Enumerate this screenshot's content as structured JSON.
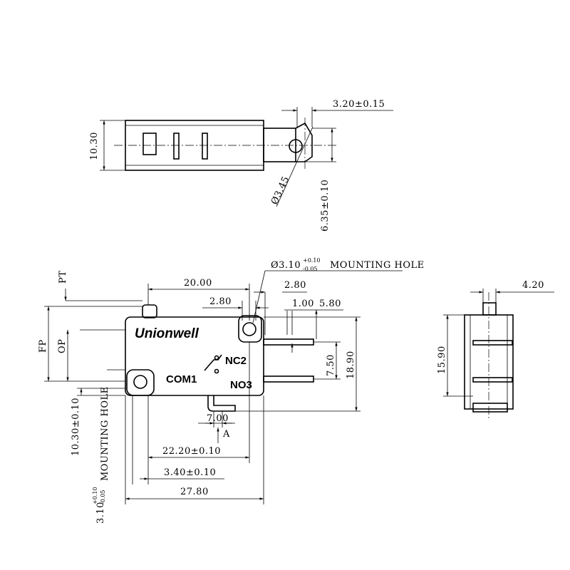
{
  "top_view": {
    "height": "10.30",
    "tab_width": "3.20±0.15",
    "hole_diameter": "Ø3.45",
    "hole_offset": "6.35±0.10"
  },
  "front_view": {
    "brand": "Unionwell",
    "mounting_hole_note": "Ø3.10",
    "mounting_hole_tol_upper": "+0.10",
    "mounting_hole_tol_lower": "-0.05",
    "mounting_hole_label": "MOUNTING HOLE",
    "terminal_nc": "NC2",
    "terminal_com": "COM1",
    "terminal_no": "NO3",
    "dim_20": "20.00",
    "dim_2_80_a": "2.80",
    "dim_2_80_b": "2.80",
    "dim_1_00": "1.00",
    "dim_5_80": "5.80",
    "dim_7_50": "7.50",
    "dim_18_90": "18.90",
    "dim_7_00": "7.00",
    "arrow_label": "A",
    "dim_22_20": "22.20±0.10",
    "dim_3_40": "3.40±0.10",
    "dim_27_80": "27.80",
    "label_pt": "PT",
    "label_fp": "FP",
    "label_op": "OP",
    "dim_10_30_v": "10.30±0.10",
    "left_hole_note": "3.10",
    "left_hole_tol_upper": "+0.10",
    "left_hole_tol_lower": "-0.05",
    "left_hole_label": "MOUNTING HOLE"
  },
  "side_view": {
    "dim_4_20": "4.20",
    "dim_15_90": "15.90"
  }
}
